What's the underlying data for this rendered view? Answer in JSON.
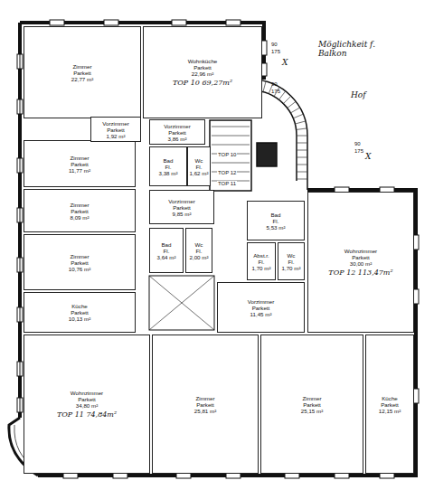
{
  "diagram": {
    "nodes": [
      {
        "text": [
          "Zimmer",
          "Parkett",
          "22,77 m²"
        ]
      },
      {
        "text": [
          "Wohnküche",
          "Parkett",
          "22,96 m²",
          "TOP 10 69,27m²"
        ]
      },
      {
        "text": [
          "Vorzimmer",
          "Parkett",
          "1,92 m²"
        ]
      },
      {
        "text": [
          "Vorzimmer",
          "Parkett",
          "3,86 m²"
        ]
      },
      {
        "text": [
          "Zimmer",
          "Parkett",
          "11,77 m²"
        ]
      },
      {
        "text": [
          "Bad",
          "Fl.",
          "3,38 m²"
        ]
      },
      {
        "text": [
          "Wc",
          "Fl.",
          "1,62 m²"
        ]
      },
      {
        "text": [
          "Zimmer",
          "Parkett",
          "8,09 m²"
        ]
      },
      {
        "text": [
          "Vorzimmer",
          "Parkett",
          "9,85 m²"
        ]
      },
      {
        "text": [
          "Bad",
          "Fl.",
          "5,53 m²"
        ]
      },
      {
        "text": [
          "Wohnzimmer",
          "Parkett",
          "30,00 m²",
          "TOP 12 113,47m²"
        ]
      },
      {
        "text": [
          "Zimmer",
          "Parkett",
          "10,76 m²"
        ]
      },
      {
        "text": [
          "Bad",
          "Fl.",
          "3,64 m²"
        ]
      },
      {
        "text": [
          "Wc",
          "Fl.",
          "2,00 m²"
        ]
      },
      {
        "text": [
          "Abst.r.",
          "Fl.",
          "1,70 m²"
        ]
      },
      {
        "text": [
          "Wc",
          "Fl.",
          "1,70 m²"
        ]
      },
      {
        "text": [
          "Küche",
          "Parkett",
          "10,13 m²"
        ]
      },
      {
        "text": [
          "Vorzimmer",
          "Parkett",
          "11,45 m²"
        ]
      },
      {
        "text": [
          "Wohnzimmer",
          "Parkett",
          "34,80 m²",
          "TOP 11 74,84m²"
        ]
      },
      {
        "text": [
          "Zimmer",
          "Parkett",
          "25,81 m²"
        ]
      },
      {
        "text": [
          "Zimmer",
          "Parkett",
          "25,15 m²"
        ]
      },
      {
        "text": [
          "Küche",
          "Parkett",
          "12,15 m²"
        ]
      }
    ],
    "labels": [
      "Möglichkeit f. Balkon",
      "Hof",
      "X",
      "X",
      "90",
      "175",
      "90",
      "175",
      "90",
      "175",
      "TOP 10",
      "TOP 11",
      "TOP 12"
    ]
  }
}
